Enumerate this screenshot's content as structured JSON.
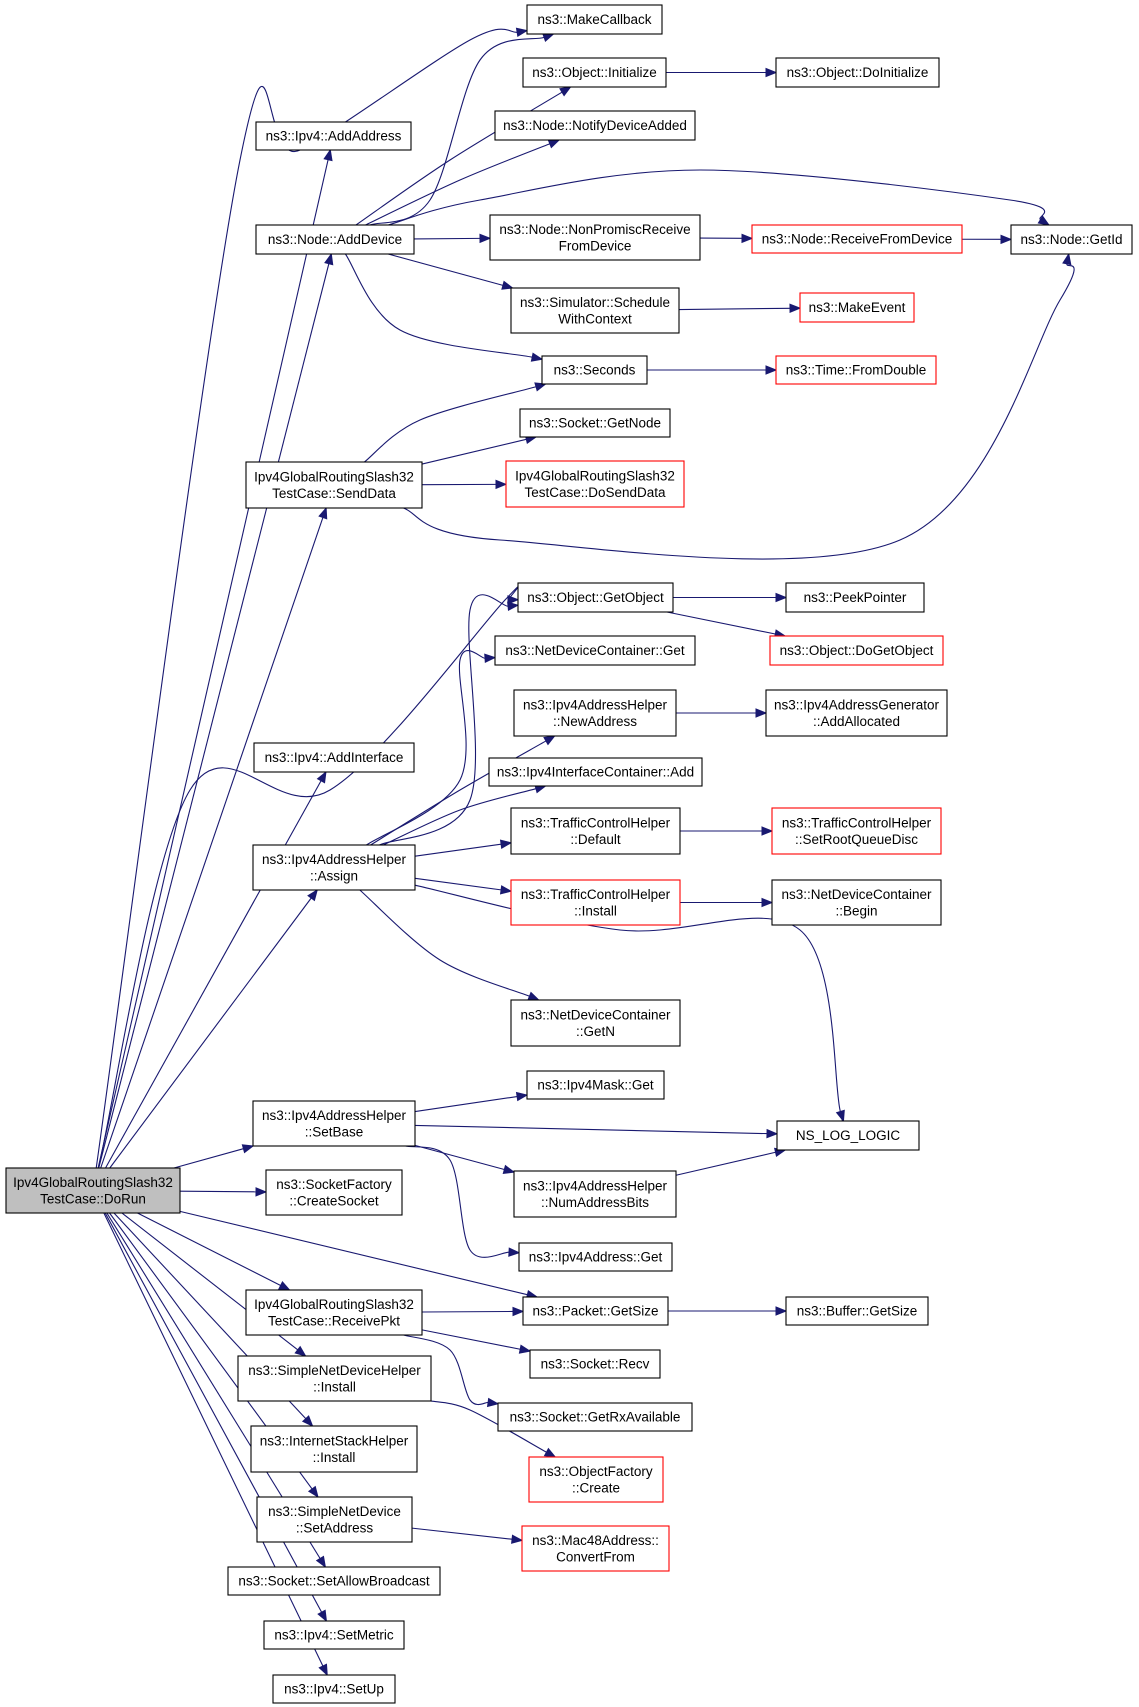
{
  "colors": {
    "edge": "#191970",
    "border": "#000000",
    "border_truncated": "#ff0000",
    "root_fill": "#bfbfbf",
    "node_fill": "#ffffff"
  },
  "root": "dorun",
  "nodes": {
    "dorun": {
      "lines": [
        "Ipv4GlobalRoutingSlash32",
        "TestCase::DoRun"
      ]
    },
    "ipv4_addaddress": {
      "lines": [
        "ns3::Ipv4::AddAddress"
      ]
    },
    "node_adddevice": {
      "lines": [
        "ns3::Node::AddDevice"
      ]
    },
    "sendData": {
      "lines": [
        "Ipv4GlobalRoutingSlash32",
        "TestCase::SendData"
      ]
    },
    "ipv4_addinterface": {
      "lines": [
        "ns3::Ipv4::AddInterface"
      ]
    },
    "addrhelper_assign": {
      "lines": [
        "ns3::Ipv4AddressHelper",
        "::Assign"
      ]
    },
    "addrhelper_setbase": {
      "lines": [
        "ns3::Ipv4AddressHelper",
        "::SetBase"
      ]
    },
    "socketfactory_create": {
      "lines": [
        "ns3::SocketFactory",
        "::CreateSocket"
      ]
    },
    "receivePkt": {
      "lines": [
        "Ipv4GlobalRoutingSlash32",
        "TestCase::ReceivePkt"
      ]
    },
    "simplendh_install": {
      "lines": [
        "ns3::SimpleNetDeviceHelper",
        "::Install"
      ]
    },
    "ish_install": {
      "lines": [
        "ns3::InternetStackHelper",
        "::Install"
      ]
    },
    "snd_setaddress": {
      "lines": [
        "ns3::SimpleNetDevice",
        "::SetAddress"
      ]
    },
    "socket_setallowbroadcast": {
      "lines": [
        "ns3::Socket::SetAllowBroadcast"
      ]
    },
    "ipv4_setmetric": {
      "lines": [
        "ns3::Ipv4::SetMetric"
      ]
    },
    "ipv4_setup": {
      "lines": [
        "ns3::Ipv4::SetUp"
      ]
    },
    "makecallback": {
      "lines": [
        "ns3::MakeCallback"
      ]
    },
    "object_initialize": {
      "lines": [
        "ns3::Object::Initialize"
      ]
    },
    "node_notifydeviceadded": {
      "lines": [
        "ns3::Node::NotifyDeviceAdded"
      ]
    },
    "node_nonpromisc": {
      "lines": [
        "ns3::Node::NonPromiscReceive",
        "FromDevice"
      ]
    },
    "sim_schedulewithcontext": {
      "lines": [
        "ns3::Simulator::Schedule",
        "WithContext"
      ]
    },
    "seconds": {
      "lines": [
        "ns3::Seconds"
      ]
    },
    "socket_getnode": {
      "lines": [
        "ns3::Socket::GetNode"
      ]
    },
    "dosenddata": {
      "lines": [
        "Ipv4GlobalRoutingSlash32",
        "TestCase::DoSendData"
      ],
      "truncated": true
    },
    "object_getobject": {
      "lines": [
        "ns3::Object::GetObject"
      ]
    },
    "ndc_get": {
      "lines": [
        "ns3::NetDeviceContainer::Get"
      ]
    },
    "addrhelper_newaddress": {
      "lines": [
        "ns3::Ipv4AddressHelper",
        "::NewAddress"
      ]
    },
    "ifcontainer_add": {
      "lines": [
        "ns3::Ipv4InterfaceContainer::Add"
      ]
    },
    "tch_default": {
      "lines": [
        "ns3::TrafficControlHelper",
        "::Default"
      ]
    },
    "tch_install": {
      "lines": [
        "ns3::TrafficControlHelper",
        "::Install"
      ],
      "truncated": true
    },
    "ndc_getn": {
      "lines": [
        "ns3::NetDeviceContainer",
        "::GetN"
      ]
    },
    "ipv4mask_get": {
      "lines": [
        "ns3::Ipv4Mask::Get"
      ]
    },
    "addrhelper_numaddressbits": {
      "lines": [
        "ns3::Ipv4AddressHelper",
        "::NumAddressBits"
      ]
    },
    "ipv4address_get": {
      "lines": [
        "ns3::Ipv4Address::Get"
      ]
    },
    "packet_getsize": {
      "lines": [
        "ns3::Packet::GetSize"
      ]
    },
    "socket_recv": {
      "lines": [
        "ns3::Socket::Recv"
      ]
    },
    "socket_getrxavailable": {
      "lines": [
        "ns3::Socket::GetRxAvailable"
      ]
    },
    "objectfactory_create": {
      "lines": [
        "ns3::ObjectFactory",
        "::Create"
      ],
      "truncated": true
    },
    "mac48_convertfrom": {
      "lines": [
        "ns3::Mac48Address::",
        "ConvertFrom"
      ],
      "truncated": true
    },
    "object_doinitialize": {
      "lines": [
        "ns3::Object::DoInitialize"
      ]
    },
    "node_receivefromdevice": {
      "lines": [
        "ns3::Node::ReceiveFromDevice"
      ],
      "truncated": true
    },
    "node_getid": {
      "lines": [
        "ns3::Node::GetId"
      ]
    },
    "makeevent": {
      "lines": [
        "ns3::MakeEvent"
      ],
      "truncated": true
    },
    "time_fromdouble": {
      "lines": [
        "ns3::Time::FromDouble"
      ],
      "truncated": true
    },
    "peekpointer": {
      "lines": [
        "ns3::PeekPointer"
      ]
    },
    "object_dogetobject": {
      "lines": [
        "ns3::Object::DoGetObject"
      ],
      "truncated": true
    },
    "addrgen_addallocated": {
      "lines": [
        "ns3::Ipv4AddressGenerator",
        "::AddAllocated"
      ]
    },
    "tch_setrootqueuedisc": {
      "lines": [
        "ns3::TrafficControlHelper",
        "::SetRootQueueDisc"
      ],
      "truncated": true
    },
    "ndc_begin": {
      "lines": [
        "ns3::NetDeviceContainer",
        "::Begin"
      ]
    },
    "ns_log_logic": {
      "lines": [
        "NS_LOG_LOGIC"
      ]
    },
    "buffer_getsize": {
      "lines": [
        "ns3::Buffer::GetSize"
      ]
    }
  },
  "edges": [
    [
      "dorun",
      "ipv4_addaddress"
    ],
    [
      "dorun",
      "node_adddevice"
    ],
    [
      "dorun",
      "sendData"
    ],
    [
      "dorun",
      "ipv4_addinterface"
    ],
    [
      "dorun",
      "addrhelper_assign"
    ],
    [
      "dorun",
      "addrhelper_setbase"
    ],
    [
      "dorun",
      "socketfactory_create"
    ],
    [
      "dorun",
      "receivePkt"
    ],
    [
      "dorun",
      "simplendh_install"
    ],
    [
      "dorun",
      "ish_install"
    ],
    [
      "dorun",
      "snd_setaddress"
    ],
    [
      "dorun",
      "socket_setallowbroadcast"
    ],
    [
      "dorun",
      "ipv4_setmetric"
    ],
    [
      "dorun",
      "ipv4_setup"
    ],
    [
      "dorun",
      "makecallback"
    ],
    [
      "dorun",
      "object_getobject"
    ],
    [
      "dorun",
      "packet_getsize"
    ],
    [
      "node_adddevice",
      "makecallback"
    ],
    [
      "node_adddevice",
      "object_initialize"
    ],
    [
      "node_adddevice",
      "node_notifydeviceadded"
    ],
    [
      "node_adddevice",
      "node_nonpromisc"
    ],
    [
      "node_adddevice",
      "node_getid"
    ],
    [
      "node_adddevice",
      "sim_schedulewithcontext"
    ],
    [
      "node_adddevice",
      "seconds"
    ],
    [
      "object_initialize",
      "object_doinitialize"
    ],
    [
      "node_nonpromisc",
      "node_receivefromdevice"
    ],
    [
      "node_receivefromdevice",
      "node_getid"
    ],
    [
      "sim_schedulewithcontext",
      "makeevent"
    ],
    [
      "seconds",
      "time_fromdouble"
    ],
    [
      "sendData",
      "seconds"
    ],
    [
      "sendData",
      "socket_getnode"
    ],
    [
      "sendData",
      "dosenddata"
    ],
    [
      "sendData",
      "node_getid"
    ],
    [
      "addrhelper_assign",
      "object_getobject"
    ],
    [
      "addrhelper_assign",
      "ndc_get"
    ],
    [
      "addrhelper_assign",
      "addrhelper_newaddress"
    ],
    [
      "addrhelper_assign",
      "ifcontainer_add"
    ],
    [
      "addrhelper_assign",
      "tch_default"
    ],
    [
      "addrhelper_assign",
      "tch_install"
    ],
    [
      "addrhelper_assign",
      "ndc_getn"
    ],
    [
      "addrhelper_assign",
      "ns_log_logic"
    ],
    [
      "object_getobject",
      "peekpointer"
    ],
    [
      "object_getobject",
      "object_dogetobject"
    ],
    [
      "addrhelper_newaddress",
      "addrgen_addallocated"
    ],
    [
      "tch_default",
      "tch_setrootqueuedisc"
    ],
    [
      "tch_install",
      "ndc_begin"
    ],
    [
      "addrhelper_setbase",
      "ipv4mask_get"
    ],
    [
      "addrhelper_setbase",
      "ns_log_logic"
    ],
    [
      "addrhelper_setbase",
      "addrhelper_numaddressbits"
    ],
    [
      "addrhelper_setbase",
      "ipv4address_get"
    ],
    [
      "addrhelper_numaddressbits",
      "ns_log_logic"
    ],
    [
      "receivePkt",
      "packet_getsize"
    ],
    [
      "receivePkt",
      "socket_recv"
    ],
    [
      "receivePkt",
      "socket_getrxavailable"
    ],
    [
      "packet_getsize",
      "buffer_getsize"
    ],
    [
      "simplendh_install",
      "objectfactory_create"
    ],
    [
      "snd_setaddress",
      "mac48_convertfrom"
    ]
  ]
}
